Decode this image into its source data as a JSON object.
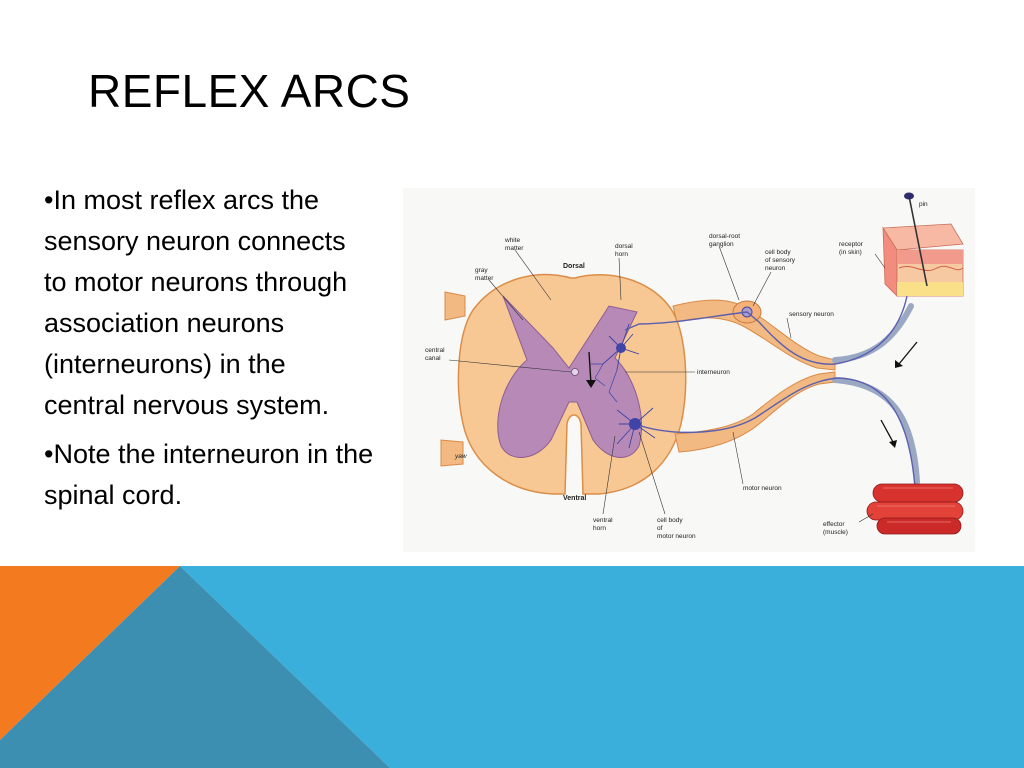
{
  "slide": {
    "title": "REFLEX ARCS",
    "bullets": [
      "•In most reflex arcs the sensory neuron connects to motor neurons through association neurons (interneurons) in the central nervous system.",
      "•Note the interneuron in the spinal cord."
    ],
    "colors": {
      "orange_band": "#f47a20",
      "blue_band": "#3aafdc",
      "teal_band": "#3d8fb2"
    }
  },
  "diagram": {
    "labels": {
      "white_matter": [
        "white",
        "matter"
      ],
      "dorsal": "Dorsal",
      "gray_matter": [
        "gray",
        "matter"
      ],
      "dorsal_horn": [
        "dorsal",
        "horn"
      ],
      "dorsal_root_ganglion": [
        "dorsal-root",
        "ganglion"
      ],
      "cell_body_sensory": [
        "cell body",
        "of sensory",
        "neuron"
      ],
      "receptor": [
        "receptor",
        "(in skin)"
      ],
      "pin": "pin",
      "sensory_neuron": "sensory neuron",
      "central_canal": [
        "central",
        "canal"
      ],
      "interneuron": "interneuron",
      "ventral": "Ventral",
      "motor_neuron": "motor neuron",
      "ventral_horn": [
        "ventral",
        "horn"
      ],
      "cell_body_motor": [
        "cell body",
        "of",
        "motor neuron"
      ],
      "effector": [
        "effector",
        "(muscle)"
      ],
      "artist_mark": "yaw"
    }
  }
}
